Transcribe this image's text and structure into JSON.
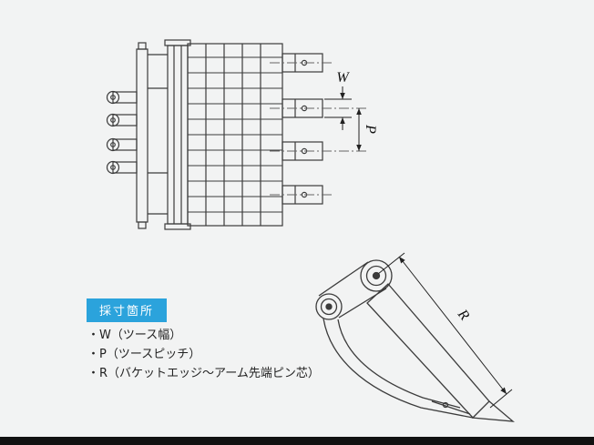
{
  "colors": {
    "accent": "#2ba3dc",
    "background": "#f2f3f3",
    "footer": "#111111",
    "line": "#3b3b3b"
  },
  "callout": {
    "label": "採寸箇所"
  },
  "legend": {
    "items": [
      "・W（ツース幅）",
      "・P（ツースピッチ）",
      "・R（バケットエッジ～アーム先端ピン芯）"
    ]
  },
  "dimensions": {
    "w": "W",
    "p": "P",
    "r": "R"
  }
}
